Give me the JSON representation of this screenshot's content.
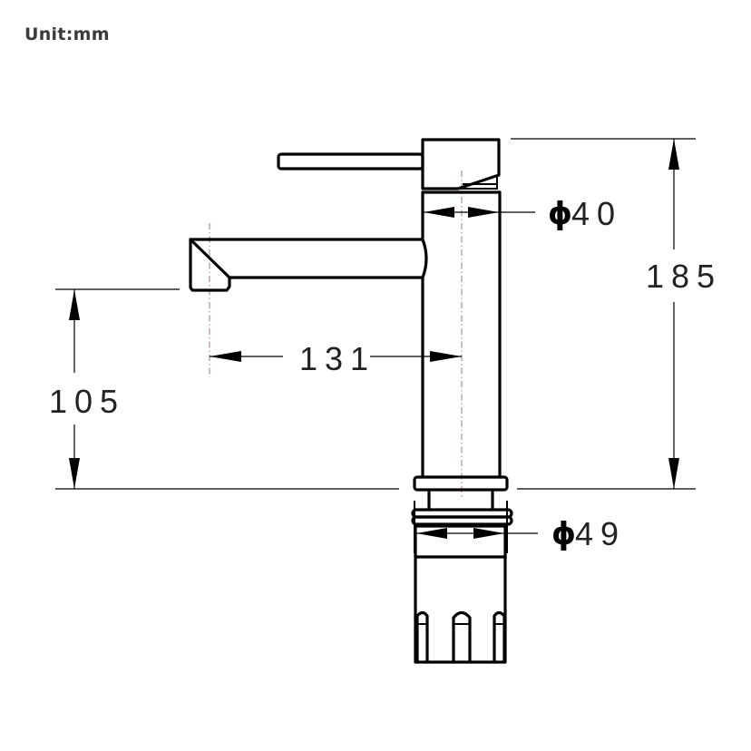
{
  "header": {
    "unit_label": "Unit:mm"
  },
  "drawing": {
    "subject": "single-lever basin faucet side view",
    "dimensions": {
      "total_height": {
        "value": "185",
        "unit": "mm"
      },
      "spout_height": {
        "value": "105",
        "unit": "mm"
      },
      "spout_reach": {
        "value": "131",
        "unit": "mm"
      },
      "body_diameter": {
        "symbol": "ϕ",
        "value": "40",
        "unit": "mm"
      },
      "base_diameter": {
        "symbol": "ϕ",
        "value": "49",
        "unit": "mm"
      }
    },
    "colors": {
      "line": "#000000",
      "centerline": "#9a7a84",
      "label_text": "#3a3a3a"
    }
  }
}
